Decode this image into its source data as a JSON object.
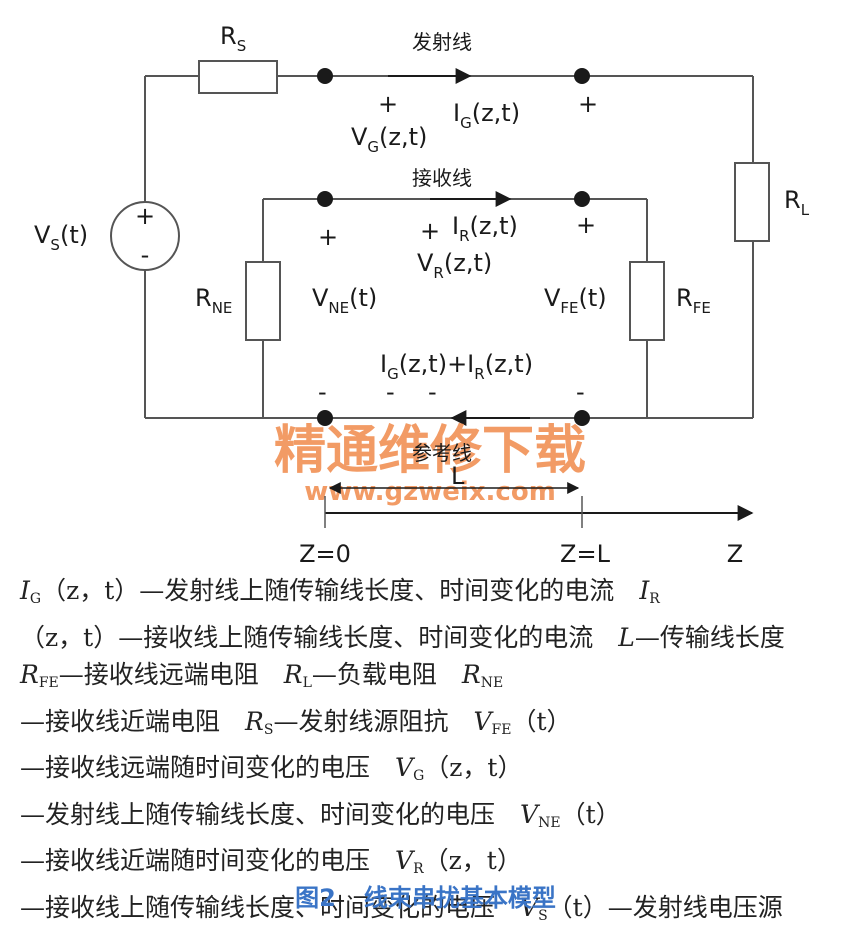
{
  "diagram": {
    "labels": {
      "rs": "R",
      "rs_sub": "S",
      "transmit_line": "发射线",
      "ig": "I",
      "ig_sub": "G",
      "ig_args": "(z,t)",
      "vg": "V",
      "vg_sub": "G",
      "vg_args": "(z,t)",
      "vs": "V",
      "vs_sub": "S",
      "vs_args": "(t)",
      "receive_line": "接收线",
      "ir": "I",
      "ir_sub": "R",
      "ir_args": "(z,t)",
      "vr": "V",
      "vr_sub": "R",
      "vr_args": "(z,t)",
      "rl": "R",
      "rl_sub": "L",
      "rne": "R",
      "rne_sub": "NE",
      "vne": "V",
      "vne_sub": "NE",
      "vne_args": "(t)",
      "vfe": "V",
      "vfe_sub": "FE",
      "vfe_args": "(t)",
      "rfe": "R",
      "rfe_sub": "FE",
      "sum_ig": "I",
      "sum_ig_sub": "G",
      "sum_mid": "(z,t)+I",
      "sum_ir_sub": "R",
      "sum_end": "(z,t)",
      "reference_line": "参考线",
      "length": "L",
      "z0": "Z=0",
      "zl": "Z=L",
      "z": "Z",
      "plus": "+",
      "minus": "-"
    },
    "watermark": {
      "line1": "精通维修下载",
      "line2": "www.gzweix.com",
      "color": "#f08a4b"
    }
  },
  "legend": [
    {
      "sym": "I",
      "sub": "G",
      "args": "（z，t）",
      "desc": "—发射线上随传输线长度、时间变化的电流"
    },
    {
      "sym": "I",
      "sub": "R",
      "args": "（z，t）",
      "desc": "—接收线上随传输线长度、时间变化的电流"
    },
    {
      "sym": "L",
      "sub": "",
      "args": "",
      "desc": "—传输线长度"
    },
    {
      "sym": "R",
      "sub": "FE",
      "args": "",
      "desc": "—接收线远端电阻"
    },
    {
      "sym": "R",
      "sub": "L",
      "args": "",
      "desc": "—负载电阻"
    },
    {
      "sym": "R",
      "sub": "NE",
      "args": "",
      "desc": "—接收线近端电阻"
    },
    {
      "sym": "R",
      "sub": "S",
      "args": "",
      "desc": "—发射线源阻抗"
    },
    {
      "sym": "V",
      "sub": "FE",
      "args": "（t）",
      "desc": "—接收线远端随时间变化的电压"
    },
    {
      "sym": "V",
      "sub": "G",
      "args": "（z，t）",
      "desc": "—发射线上随传输线长度、时间变化的电压"
    },
    {
      "sym": "V",
      "sub": "NE",
      "args": "（t）",
      "desc": "—接收线近端随时间变化的电压"
    },
    {
      "sym": "V",
      "sub": "R",
      "args": "（z，t）",
      "desc": "—接收线上随传输线长度、时间变化的电压"
    },
    {
      "sym": "V",
      "sub": "S",
      "args": "（t）",
      "desc": "—发射线电压源"
    }
  ],
  "caption": {
    "number": "图2",
    "title": "线束串扰基本模型",
    "color": "#3a74c6"
  }
}
